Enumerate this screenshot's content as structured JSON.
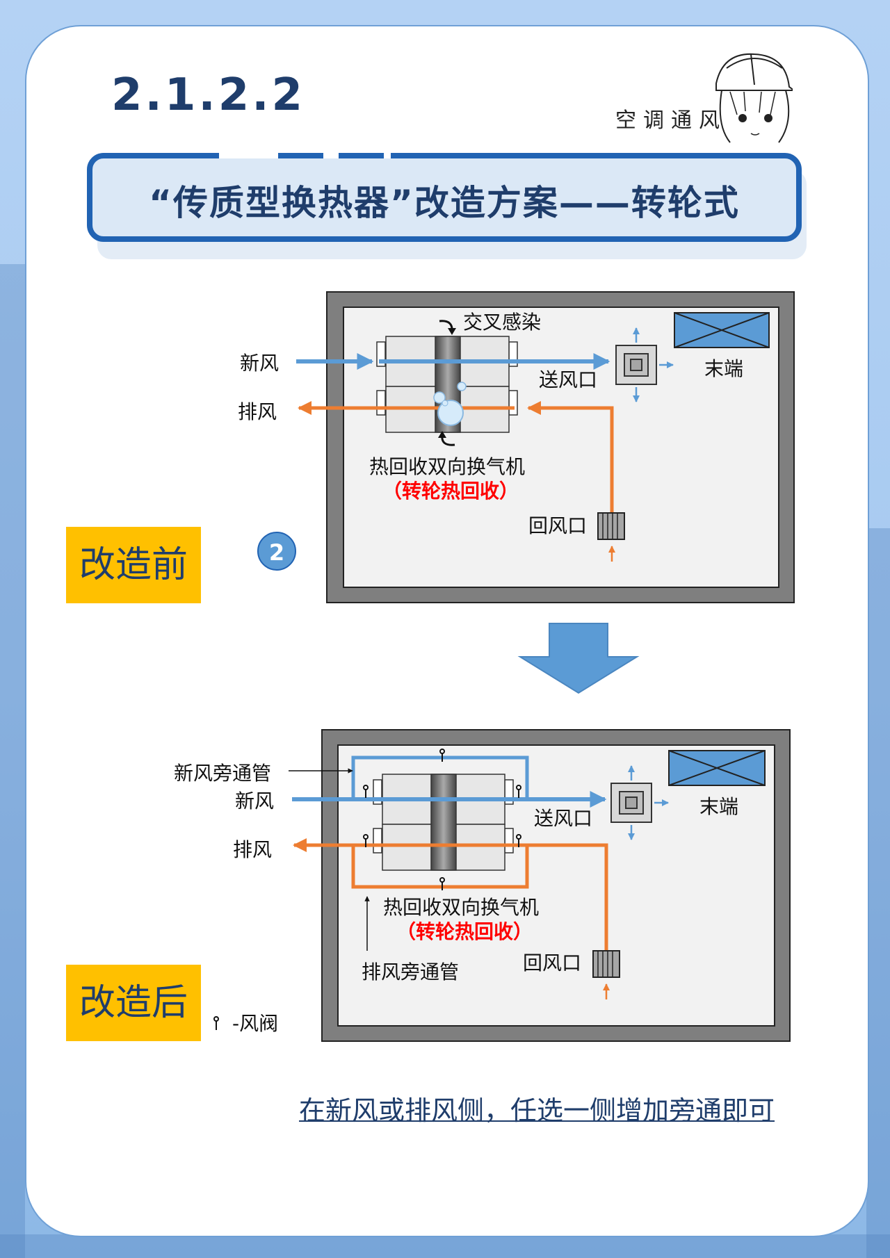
{
  "section_number": "2.1.2.2",
  "logo": {
    "text": "空调通风"
  },
  "title": "“传质型换热器”改造方案——转轮式",
  "before": {
    "tag": "改造前",
    "step_badge": "2",
    "labels": {
      "cross_infection": "交叉感染",
      "fresh_air": "新风",
      "exhaust_air": "排风",
      "supply_outlet": "送风口",
      "terminal": "末端",
      "unit_name": "热回收双向换气机",
      "unit_type": "（转轮热回收）",
      "return_inlet": "回风口"
    }
  },
  "after": {
    "tag": "改造后",
    "labels": {
      "fresh_bypass": "新风旁通管",
      "fresh_air": "新风",
      "exhaust_air": "排风",
      "supply_outlet": "送风口",
      "terminal": "末端",
      "unit_name": "热回收双向换气机",
      "unit_type": "（转轮热回收）",
      "return_inlet": "回风口",
      "exhaust_bypass": "排风旁通管"
    },
    "legend": {
      "damper_label": "-风阀",
      "icon": "damper-icon"
    }
  },
  "note": "在新风或排风侧，任选一侧增加旁通即可",
  "colors": {
    "fresh": "#5b9bd5",
    "exhaust": "#ed7d31",
    "frame": "#7f7f7f",
    "title_border": "#2163b3",
    "tag_bg": "#ffc000",
    "text_dark": "#1f3d6b",
    "red": "#ff0000"
  }
}
